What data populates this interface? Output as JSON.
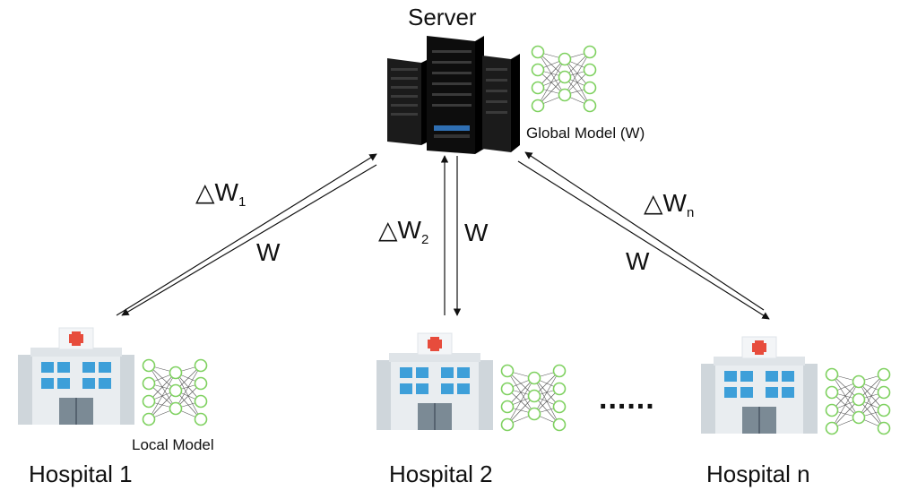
{
  "server": {
    "title": "Server",
    "global_model": "Global Model (W)"
  },
  "hospitals": [
    {
      "name": "Hospital 1",
      "model_label": "Local Model"
    },
    {
      "name": "Hospital 2"
    },
    {
      "name": "Hospital n"
    }
  ],
  "ellipsis": "......",
  "updates": {
    "delta": "△",
    "w": "W",
    "u1": {
      "base": "W",
      "sub": "1"
    },
    "u2": {
      "base": "W",
      "sub": "2"
    },
    "un": {
      "base": "W",
      "sub": "n"
    }
  },
  "colors": {
    "nn_node": "#7fd160",
    "nn_edge": "#555555",
    "cross": "#e74c3c",
    "window": "#3d9fd9",
    "building": "#e9edf0"
  }
}
